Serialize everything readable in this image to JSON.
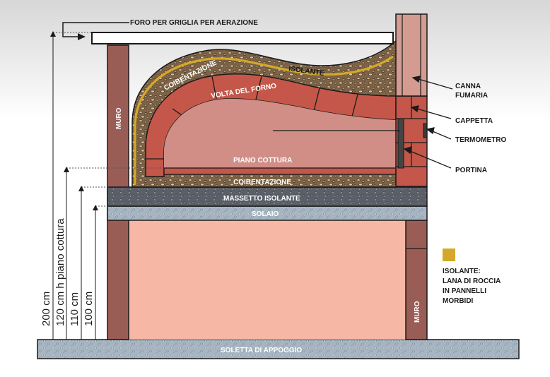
{
  "labels": {
    "vent_hole": "FORO PER GRIGLIA PER AERAZIONE",
    "flue_line1": "CANNA",
    "flue_line2": "FUMARIA",
    "hood": "CAPPETTA",
    "thermometer": "TERMOMETRO",
    "door": "PORTINA",
    "wall_left": "MURO",
    "wall_right": "MURO",
    "insulation_coat_top": "COIBENTAZIONE",
    "insulant": "ISOLANTE",
    "oven_vault": "VOLTA DEL FORNO",
    "cooking_floor": "PIANO COTTURA",
    "insulation_coat_floor": "COIBENTAZIONE",
    "insulating_screed": "MASSETTO ISOLANTE",
    "slab": "SOLAIO",
    "support_slab": "SOLETTA DI APPOGGIO"
  },
  "legend": {
    "line1": "ISOLANTE:",
    "line2": "LANA DI ROCCIA",
    "line3": "IN PANNELLI",
    "line4": "MORBIDI",
    "swatch_color": "#d4a82a"
  },
  "dimensions": {
    "d200": "200 cm",
    "d120": "120 cm h piano cottura",
    "d110": "110 cm",
    "d100": "100 cm"
  },
  "colors": {
    "brick": "#c4574a",
    "brick_dark": "#8e3a30",
    "wall": "#9a5d55",
    "flue": "#d49b90",
    "chamber": "#d08e86",
    "cavity": "#f6b8a4",
    "insulant": "#d4a82a",
    "screed": "#5b5f68",
    "slab": "#a7b6c2",
    "coibentazione": "#7e6346"
  }
}
